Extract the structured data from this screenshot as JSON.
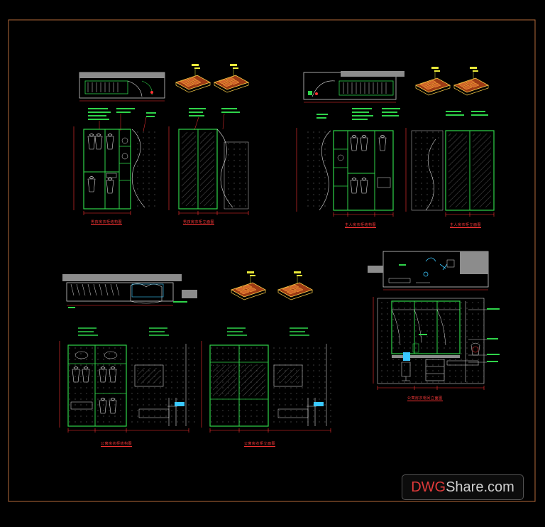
{
  "drawing": {
    "panel_titles": [
      "男孩房衣柜结构图",
      "男孩房衣柜立面图",
      "主人房衣柜结构图",
      "主人房衣柜立面图",
      "公寓房衣柜结构图",
      "公寓房衣柜立面图",
      "公寓房衣帽间立面图"
    ],
    "colors": {
      "frame": "#c0703a",
      "green": "#2fd44a",
      "white": "#e6e6e6",
      "red": "#ff3333",
      "yellow": "#e8e83a",
      "grey": "#8c8c8c",
      "cyan": "#3ac8ff"
    }
  },
  "watermark": {
    "part1": "DWG",
    "part2": "Share.com"
  }
}
